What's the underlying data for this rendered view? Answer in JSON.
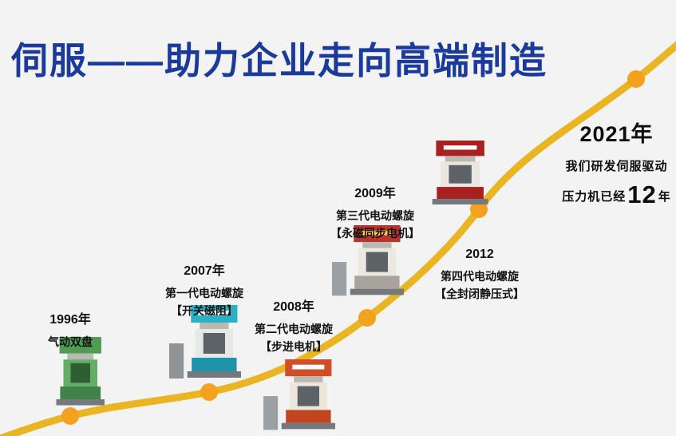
{
  "background_color": "#f3f3f4",
  "title": {
    "text": "伺服——助力企业走向高端制造",
    "color": "#1a3a9c"
  },
  "curve": {
    "line_color": "#e9b522",
    "dot_color": "#f2a21e"
  },
  "milestones": [
    {
      "year": "1996年",
      "desc1": "气动双盘",
      "desc2": "",
      "machine": {
        "name": "pneumatic-double-disc-press",
        "crown": "#4f9c52",
        "body": "#63ad67",
        "base": "#41824a",
        "cabinet": "none",
        "label": "none",
        "window": "#2f5e35"
      }
    },
    {
      "year": "2007年",
      "desc1": "第一代电动螺旋",
      "desc2": "【开关磁阻】",
      "machine": {
        "name": "first-gen-electric-screw-press",
        "crown": "#27b2c6",
        "body": "#e6e8e5",
        "base": "#1f93aa",
        "cabinet": "#8e9497",
        "label": "#ffffff",
        "window": "#5d6266"
      }
    },
    {
      "year": "2008年",
      "desc1": "第二代电动螺旋",
      "desc2": "【步进电机】",
      "machine": {
        "name": "second-gen-electric-screw-press",
        "crown": "#d14e28",
        "body": "#eae6dc",
        "base": "#c2451f",
        "cabinet": "#9aa0a3",
        "label": "#ffffff",
        "window": "#5d6266"
      }
    },
    {
      "year": "2009年",
      "desc1": "第三代电动螺旋",
      "desc2": "【永磁同步电机】",
      "machine": {
        "name": "third-gen-electric-screw-press",
        "crown": "#ba342c",
        "body": "#ebe8e0",
        "base": "#a9a49b",
        "cabinet": "#9aa0a3",
        "label": "#ffd34d",
        "window": "#5d6266"
      }
    },
    {
      "year": "2012",
      "desc1": "第四代电动螺旋",
      "desc2": "【全封闭静压式】",
      "machine": {
        "name": "fourth-gen-electric-screw-press",
        "crown": "#a8211f",
        "body": "#e9e7e0",
        "base": "#a8211f",
        "cabinet": "none",
        "label": "#ffffff",
        "window": "#5d6266"
      }
    }
  ],
  "finale": {
    "year": "2021年",
    "line1": "我们研发伺服驱动",
    "line2_prefix": "压力机已经",
    "line2_number": "12",
    "line2_suffix": "年"
  }
}
